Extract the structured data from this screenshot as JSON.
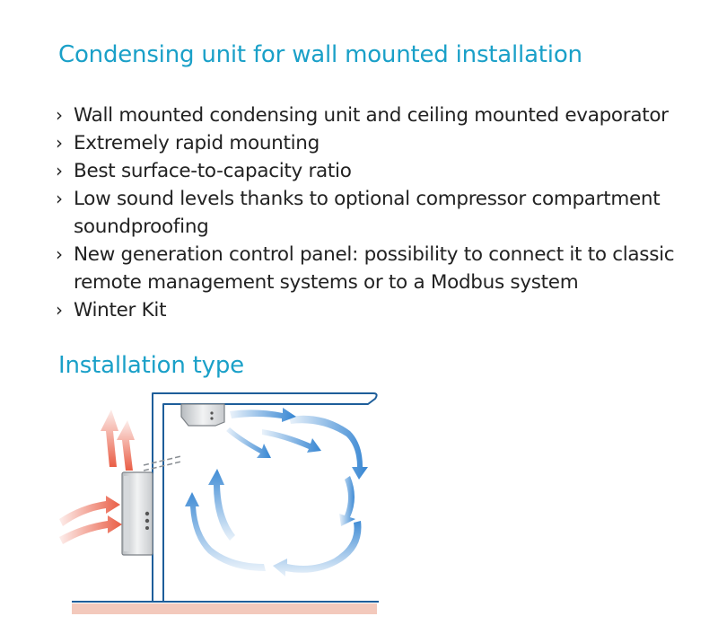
{
  "title": "Condensing unit for wall mounted installation",
  "features": [
    {
      "text": "Wall mounted condensing unit and ceiling mounted evaporator"
    },
    {
      "text": "Extremely rapid mounting"
    },
    {
      "text": "Best surface-to-capacity ratio"
    },
    {
      "text": "Low sound levels thanks to optional compressor compartment soundproofing"
    },
    {
      "text": "New generation control panel: possibility to connect it to classic remote management systems or to a Modbus system"
    },
    {
      "text": "Winter Kit"
    }
  ],
  "bullet_marker": "›",
  "section_title": "Installation type",
  "colors": {
    "heading": "#1aa0c8",
    "body_text": "#222222",
    "hot_air": "#e8553c",
    "cold_air": "#2b7fd0",
    "wall": "#1e5e9a",
    "floor": "#e8b0a0"
  }
}
